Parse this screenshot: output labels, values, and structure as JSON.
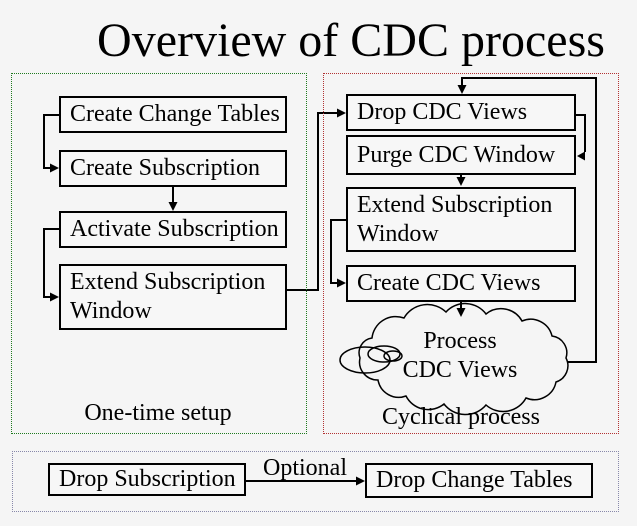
{
  "title": "Overview of CDC process",
  "one_time": {
    "label": "One-time setup",
    "boxes": [
      {
        "lines": [
          "Create Change Tables"
        ]
      },
      {
        "lines": [
          "Create Subscription"
        ]
      },
      {
        "lines": [
          "Activate Subscription"
        ]
      },
      {
        "lines": [
          "Extend Subscription",
          "Window"
        ]
      }
    ]
  },
  "cyclical": {
    "label": "Cyclical process",
    "boxes": [
      {
        "lines": [
          "Drop CDC Views"
        ]
      },
      {
        "lines": [
          "Purge CDC Window"
        ]
      },
      {
        "lines": [
          "Extend Subscription",
          "Window"
        ]
      },
      {
        "lines": [
          "Create CDC Views"
        ]
      }
    ],
    "cloud": {
      "lines": [
        "Process",
        "CDC Views"
      ]
    }
  },
  "optional_row": {
    "connector_label": "Optional",
    "boxes": [
      {
        "lines": [
          "Drop Subscription"
        ]
      },
      {
        "lines": [
          "Drop Change Tables"
        ]
      }
    ]
  },
  "colors": {
    "background": "#f5f5f5",
    "box_border": "#000000",
    "one_time_border": "#1f7a1f",
    "cyclical_border": "#b23232",
    "optional_border": "#8888aa"
  }
}
